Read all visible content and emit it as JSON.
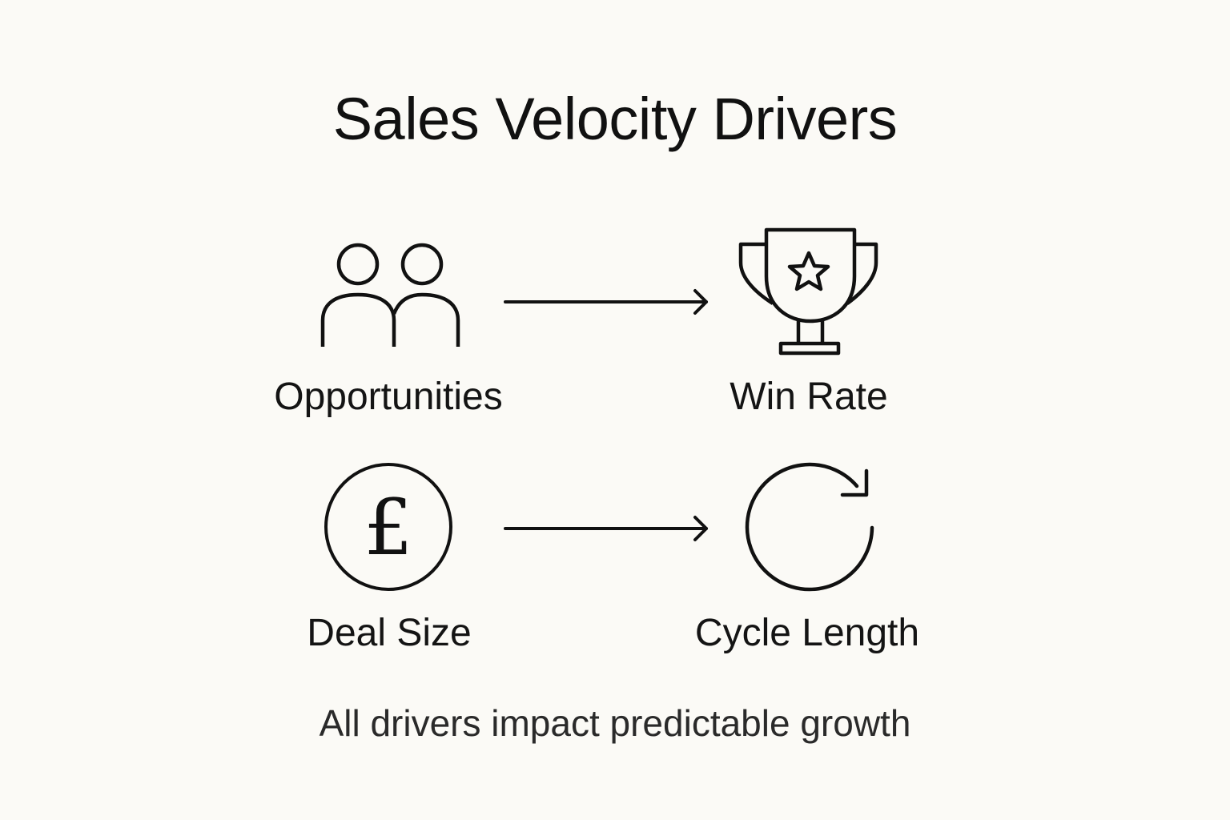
{
  "title": "Sales Velocity Drivers",
  "colors": {
    "background": "#fbfaf6",
    "ink": "#111111"
  },
  "drivers": [
    {
      "id": "opportunities",
      "label": "Opportunities",
      "icon": "people-icon"
    },
    {
      "id": "win-rate",
      "label": "Win Rate",
      "icon": "trophy-star-icon"
    },
    {
      "id": "deal-size",
      "label": "Deal Size",
      "icon": "pound-coin-icon",
      "glyph": "£"
    },
    {
      "id": "cycle-length",
      "label": "Cycle Length",
      "icon": "refresh-cycle-icon"
    }
  ],
  "connections": [
    {
      "from": "Opportunities",
      "to": "Win Rate",
      "icon": "arrow-right-icon"
    },
    {
      "from": "Deal Size",
      "to": "Cycle Length",
      "icon": "arrow-right-icon"
    }
  ],
  "footer": "All drivers impact predictable growth"
}
